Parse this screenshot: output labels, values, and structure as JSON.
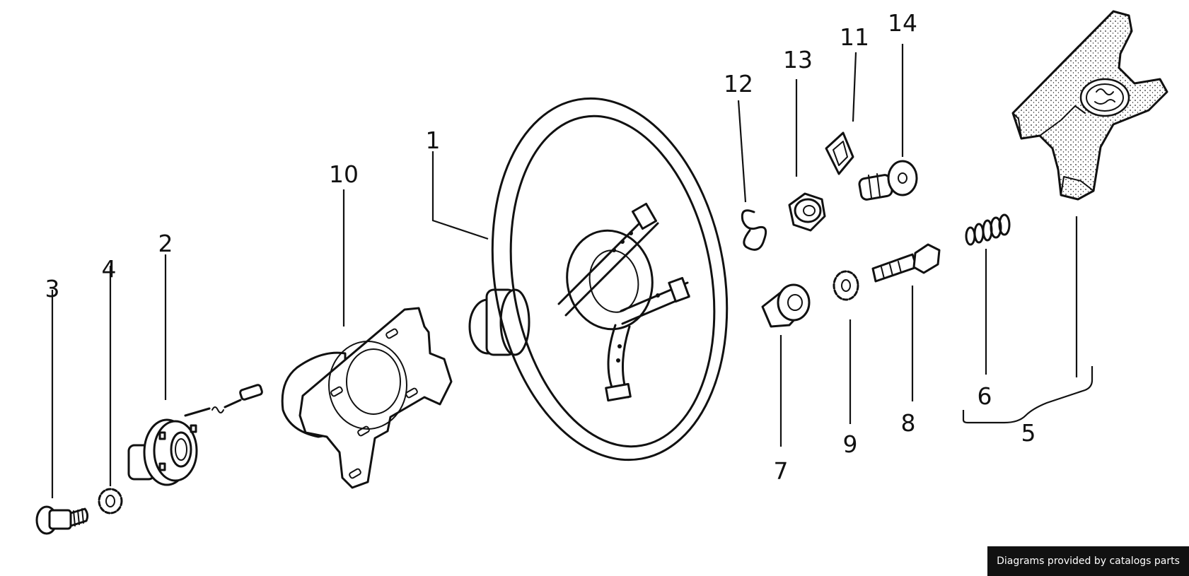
{
  "labels": {
    "p1": "1",
    "p2": "2",
    "p3": "3",
    "p4": "4",
    "p5": "5",
    "p6": "6",
    "p7": "7",
    "p8": "8",
    "p9": "9",
    "p10": "10",
    "p11": "11",
    "p12": "12",
    "p13": "13",
    "p14": "14"
  },
  "credit": "Diagrams provided by catalogs parts"
}
